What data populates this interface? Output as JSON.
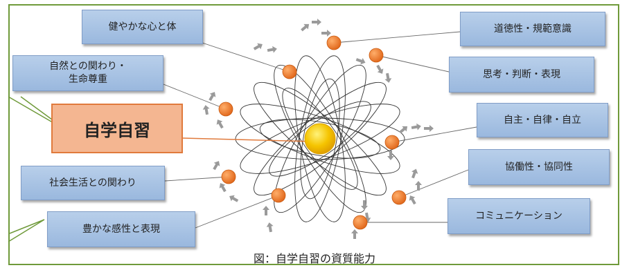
{
  "diagram": {
    "center_label": "自学自習",
    "caption": "図：自学自習の資質能力",
    "capabilities": [
      "健やかな心と体",
      "自然との関わり・\n生命尊重",
      "社会生活との関わり",
      "豊かな感性と表現",
      "道徳性・規範意識",
      "思考・判断・表現",
      "自主・自律・自立",
      "協働性・協同性",
      "コミュニケーション"
    ],
    "colors": {
      "frame": "#6f9a3a",
      "center_box_fill": "#f4b691",
      "center_box_border": "#e07a3c",
      "nucleus": "#f5c400",
      "electron": "#ee7a22",
      "label_box": "#a8c3e6"
    }
  }
}
